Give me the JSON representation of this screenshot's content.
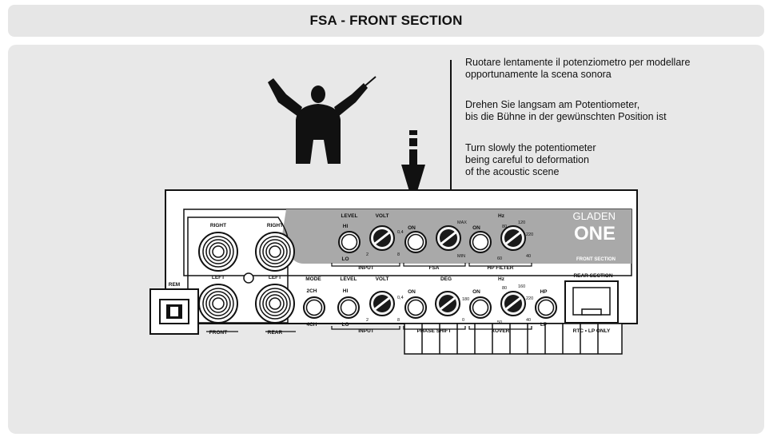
{
  "title": "FSA - FRONT SECTION",
  "instructions": {
    "it_1": "Ruotare lentamente il potenziometro per modellare",
    "it_2": "opportunamente la scena sonora",
    "de_1": "Drehen Sie langsam am Potentiometer,",
    "de_2": "bis die Bühne in der gewünschten Position ist",
    "en_1": "Turn slowly the potentiometer",
    "en_2": "being careful to deformation",
    "en_3": "of the acoustic scene"
  },
  "device": {
    "brand_1": "GLADEN",
    "brand_2": "ONE",
    "front_section": "FRONT SECTION",
    "rear_section": "REAR SECTION",
    "rem": "REM",
    "right": "RIGHT",
    "left": "LEFT",
    "front": "FRONT",
    "rear": "REAR",
    "mode": "MODE",
    "level": "LEVEL",
    "volt": "VOLT",
    "hi": "HI",
    "lo": "LO",
    "on": "ON",
    "ch2": "2CH",
    "ch4": "4CH",
    "deg": "DEG",
    "hz": "Hz",
    "hp": "HP",
    "lp": "LP",
    "input": "INPUT",
    "fsa": "FSA",
    "hp_filter": "HP FILTER",
    "phase_shift": "PHASE SHIFT",
    "xover": "XOVER",
    "rtc": "RTC • LP ONLY",
    "max": "MAX",
    "min": "MIN",
    "v04": "0,4",
    "v8": "8",
    "v2": "2",
    "d180": "180",
    "d0": "0",
    "f60": "60",
    "f80": "80",
    "f120": "120",
    "f160": "160",
    "f220": "220",
    "f50": "50",
    "f40": "40"
  },
  "colors": {
    "panel": "#e8e8e8",
    "device_band": "#a9a9a9",
    "ink": "#111111"
  }
}
